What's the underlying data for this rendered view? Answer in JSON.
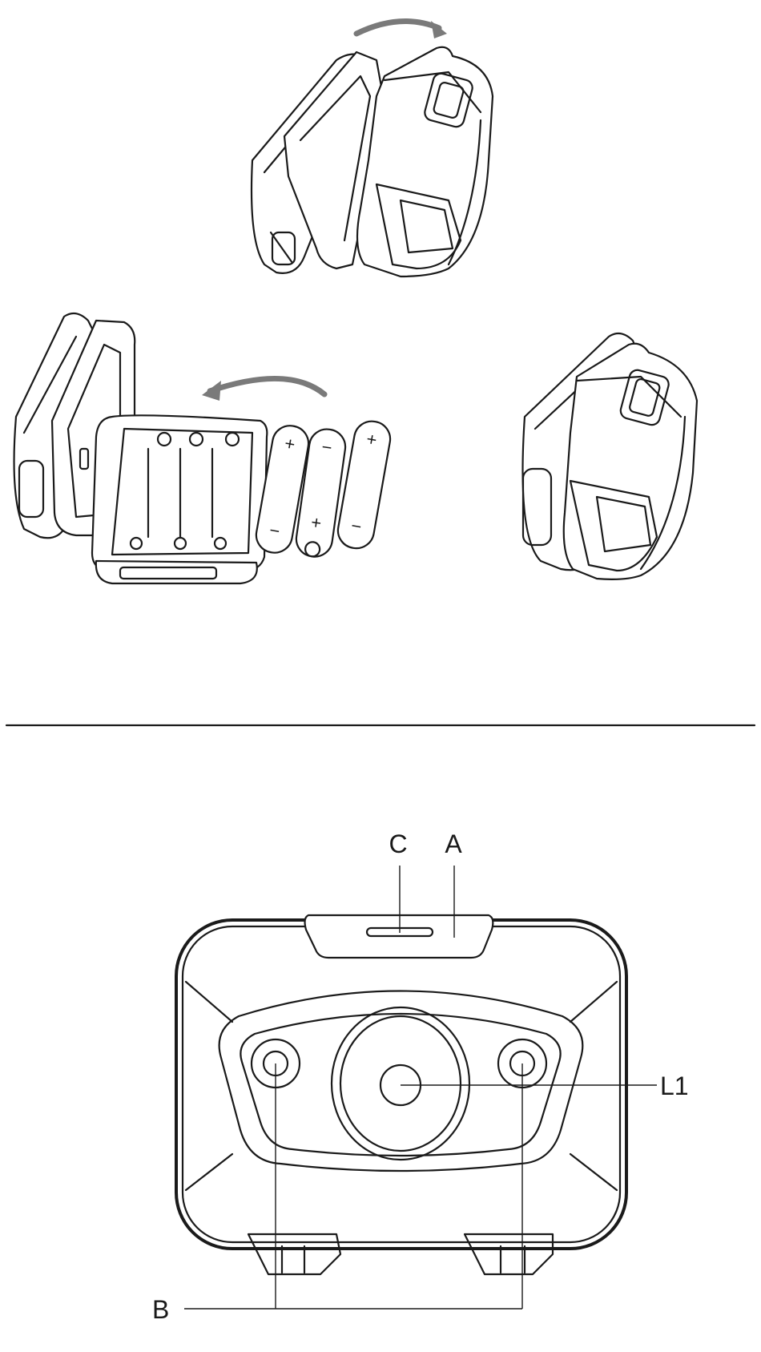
{
  "colors": {
    "line": "#1a1a1a",
    "arrow": "#7a7a7a",
    "background": "#ffffff"
  },
  "batteries": [
    {
      "top": "+",
      "bottom": "−"
    },
    {
      "top": "−",
      "bottom": "+"
    },
    {
      "top": "+",
      "bottom": "−"
    }
  ],
  "labels": {
    "c": "C",
    "a": "A",
    "l1": "L1",
    "b": "B"
  }
}
